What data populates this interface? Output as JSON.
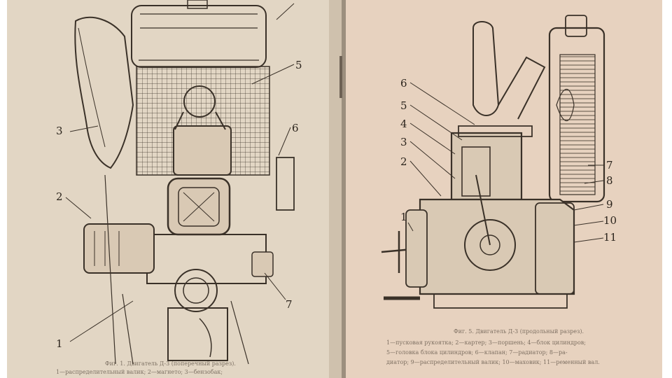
{
  "colors": {
    "page_left": "#e2d6c4",
    "page_right": "#e7d2bf",
    "background": "#ffffff",
    "ink": "#3a3128"
  },
  "left_page": {
    "callouts": [
      "3",
      "2",
      "1",
      "5",
      "6",
      "7"
    ],
    "caption": [
      "Фиг. 1. Двигатель Д-3 (поперечный разрез).",
      "1—распределительный валик; 2—магнето; 3—бензобак;"
    ]
  },
  "right_page": {
    "callouts": [
      "6",
      "5",
      "4",
      "3",
      "2",
      "1",
      "7",
      "8",
      "9",
      "10",
      "11"
    ],
    "caption": [
      "Фиг. 5. Двигатель Д-3 (продольный разрез).",
      "1—пусковая рукоятка; 2—картер; 3—поршень; 4—блок цилиндров;",
      "5—головка блока цилиндров; 6—клапан; 7—радиатор; 8—ра-",
      "диатор; 9—распределительный валик; 10—маховик; 11—ременный вал."
    ]
  }
}
